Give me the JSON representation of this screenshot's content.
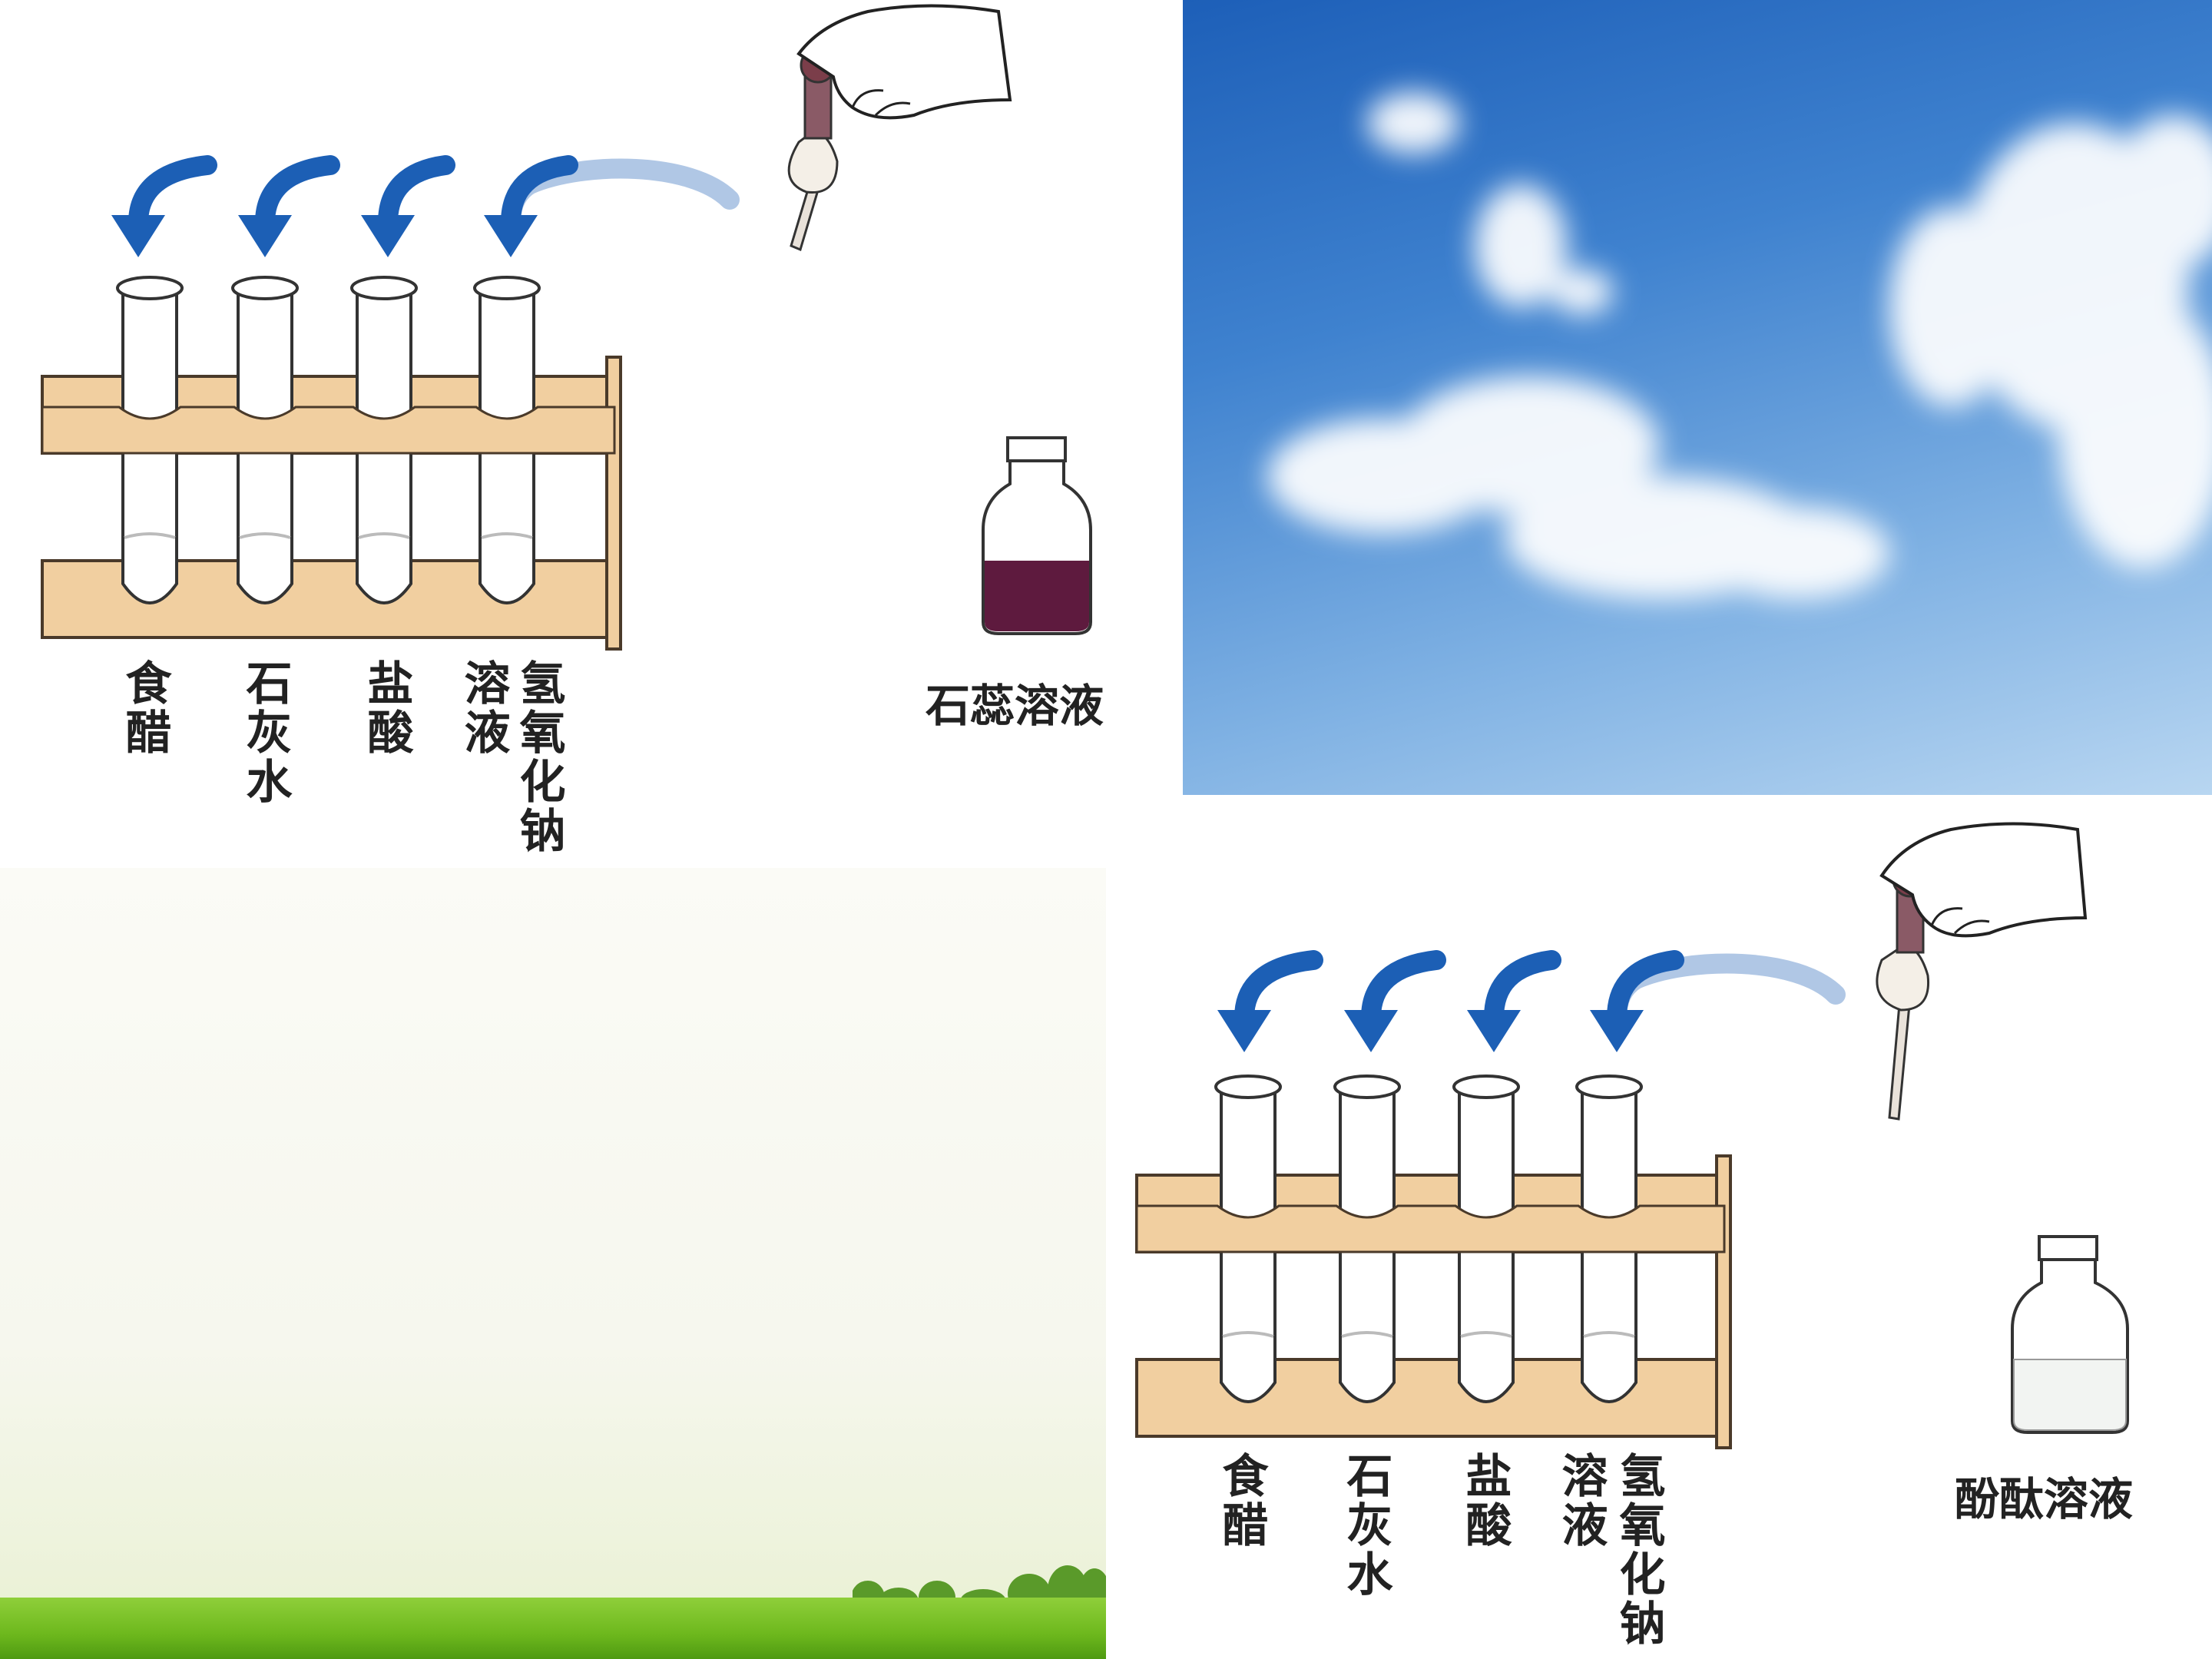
{
  "top_panel": {
    "reagent_label": "石蕊溶液",
    "tube_labels": [
      {
        "lines": "食醋"
      },
      {
        "lines": "石灰水"
      },
      {
        "lines": "盐酸"
      },
      {
        "lines": "溶液"
      },
      {
        "lines": "氢氧化钠"
      }
    ],
    "bottle_liquid_color": "#5e1a3e"
  },
  "bottom_panel": {
    "reagent_label": "酚酞溶液",
    "tube_labels": [
      {
        "lines": "食醋"
      },
      {
        "lines": "石灰水"
      },
      {
        "lines": "盐酸"
      },
      {
        "lines": "溶液"
      },
      {
        "lines": "氢氧化钠"
      }
    ],
    "bottle_liquid_color": "#f2f4f2"
  },
  "colors": {
    "rack": "#f1cfa0",
    "rack_edge": "#4a3a2a",
    "arrow": "#1c5fb5"
  }
}
